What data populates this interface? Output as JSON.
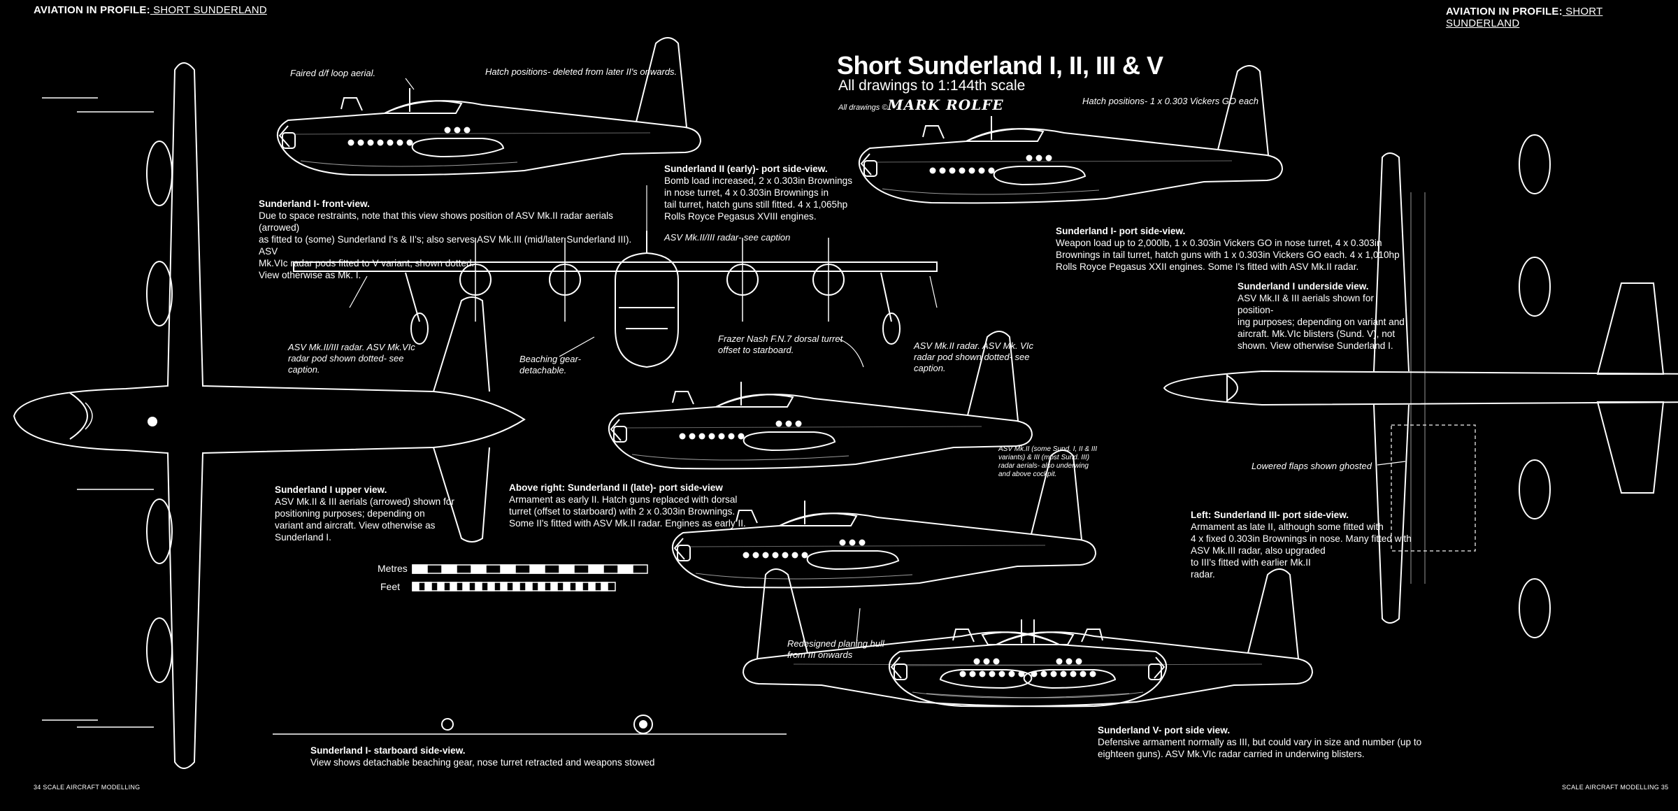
{
  "header": {
    "left_bold": "AVIATION IN PROFILE:",
    "left_rest": " SHORT SUNDERLAND",
    "right_bold": "AVIATION IN PROFILE:",
    "right_rest": " SHORT SUNDERLAND"
  },
  "title": {
    "main": "Short Sunderland I, II, III & V",
    "scale": "All drawings to 1:144th scale",
    "credit": "All drawings ©",
    "signature": "MARK ROLFE"
  },
  "captions": {
    "front_view": {
      "heading": "Sunderland I- front-view.",
      "lines": [
        "Due to space restraints, note that this view shows position of ASV Mk.II radar aerials (arrowed)",
        "as fitted to (some) Sunderland I's & II's; also serves ASV Mk.III (mid/later Sunderland III). ASV",
        "Mk.VIc radar pods fitted to V variant, shown dotted.",
        "View otherwise as Mk. I."
      ]
    },
    "ii_early": {
      "heading": "Sunderland II (early)- port side-view.",
      "lines": [
        "Bomb load increased, 2 x 0.303in Brownings",
        "in nose turret, 4 x 0.303in Brownings in",
        "tail turret, hatch guns still fitted. 4 x 1,065hp",
        "Rolls Royce Pegasus XVIII engines."
      ]
    },
    "i_port": {
      "heading": "Sunderland I- port side-view.",
      "lines": [
        "Weapon load up to 2,000lb, 1 x 0.303in Vickers GO in nose turret, 4 x 0.303in",
        "Brownings in tail turret, hatch guns with 1 x 0.303in Vickers GO each. 4 x 1,010hp",
        "Rolls Royce Pegasus XXII engines.          Some I's fitted with ASV Mk.II radar."
      ]
    },
    "underside": {
      "heading": "Sunderland I underside view.",
      "lines": [
        "ASV Mk.II & III aerials shown for position-",
        "ing purposes; depending on variant and",
        "aircraft. Mk.VIc blisters (Sund. V), not",
        "shown. View otherwise Sunderland I."
      ]
    },
    "upper": {
      "heading": "Sunderland I upper view.",
      "lines": [
        "ASV Mk.II & III aerials (arrowed) shown for",
        "positioning purposes; depending on",
        "variant and aircraft. View otherwise as",
        "Sunderland I."
      ]
    },
    "ii_late": {
      "heading": "Above right: Sunderland II (late)- port side-view",
      "lines": [
        "Armament as early II. Hatch guns replaced with dorsal",
        "turret (offset to starboard) with 2 x 0.303in Brownings.",
        "Some II's fitted with ASV Mk.II radar. Engines as early II."
      ]
    },
    "iii_port": {
      "heading": "Left: Sunderland III- port side-view.",
      "lines": [
        "Armament as late II, although some fitted with",
        "4 x fixed 0.303in Brownings in nose. Many fitted with",
        "ASV Mk.III radar, also upgraded",
        "to III's fitted with earlier Mk.II",
        "radar."
      ]
    },
    "starboard": {
      "heading": "Sunderland I- starboard side-view.",
      "lines": [
        "View shows detachable beaching gear, nose turret retracted and weapons stowed"
      ]
    },
    "v_port": {
      "heading": "Sunderland V- port side view.",
      "lines": [
        "Defensive armament normally as III, but could vary in size and number (up to",
        "eighteen guns). ASV Mk.VIc radar carried in underwing blisters."
      ]
    }
  },
  "annotations": {
    "df_loop": "Faired d/f loop aerial.",
    "hatch_deleted": "Hatch positions- deleted from later II's onwards.",
    "hatch_vickers": "Hatch positions- 1 x 0.303 Vickers GO each",
    "asv_radar": "ASV Mk.II/III radar- see caption",
    "asv_pod_left": [
      "ASV Mk.II/III radar. ASV Mk.VIc",
      "radar pod shown dotted- see",
      "caption."
    ],
    "beaching": [
      "Beaching gear-",
      "detachable."
    ],
    "frazer": [
      "Frazer Nash F.N.7 dorsal turret",
      "offset to starboard."
    ],
    "asv_pod_right": [
      "ASV Mk.II radar. ASV Mk. VIc",
      "radar pod shown dotted- see",
      "caption."
    ],
    "asv_small": [
      "ASV Mk.II (some Sund. I, II & III",
      "variants) & III (most Sund. III)",
      "radar aerials- also underwing",
      "and above cockpit."
    ],
    "flaps": "Lowered flaps shown ghosted",
    "planing_hull": [
      "Redesigned planing hull",
      "from III onwards"
    ]
  },
  "scale_bar": {
    "metres": "Metres",
    "feet": "Feet"
  },
  "footer": {
    "left": "34  SCALE AIRCRAFT MODELLING",
    "right": "SCALE AIRCRAFT MODELLING  35"
  },
  "colors": {
    "background": "#000000",
    "line": "#ffffff"
  }
}
